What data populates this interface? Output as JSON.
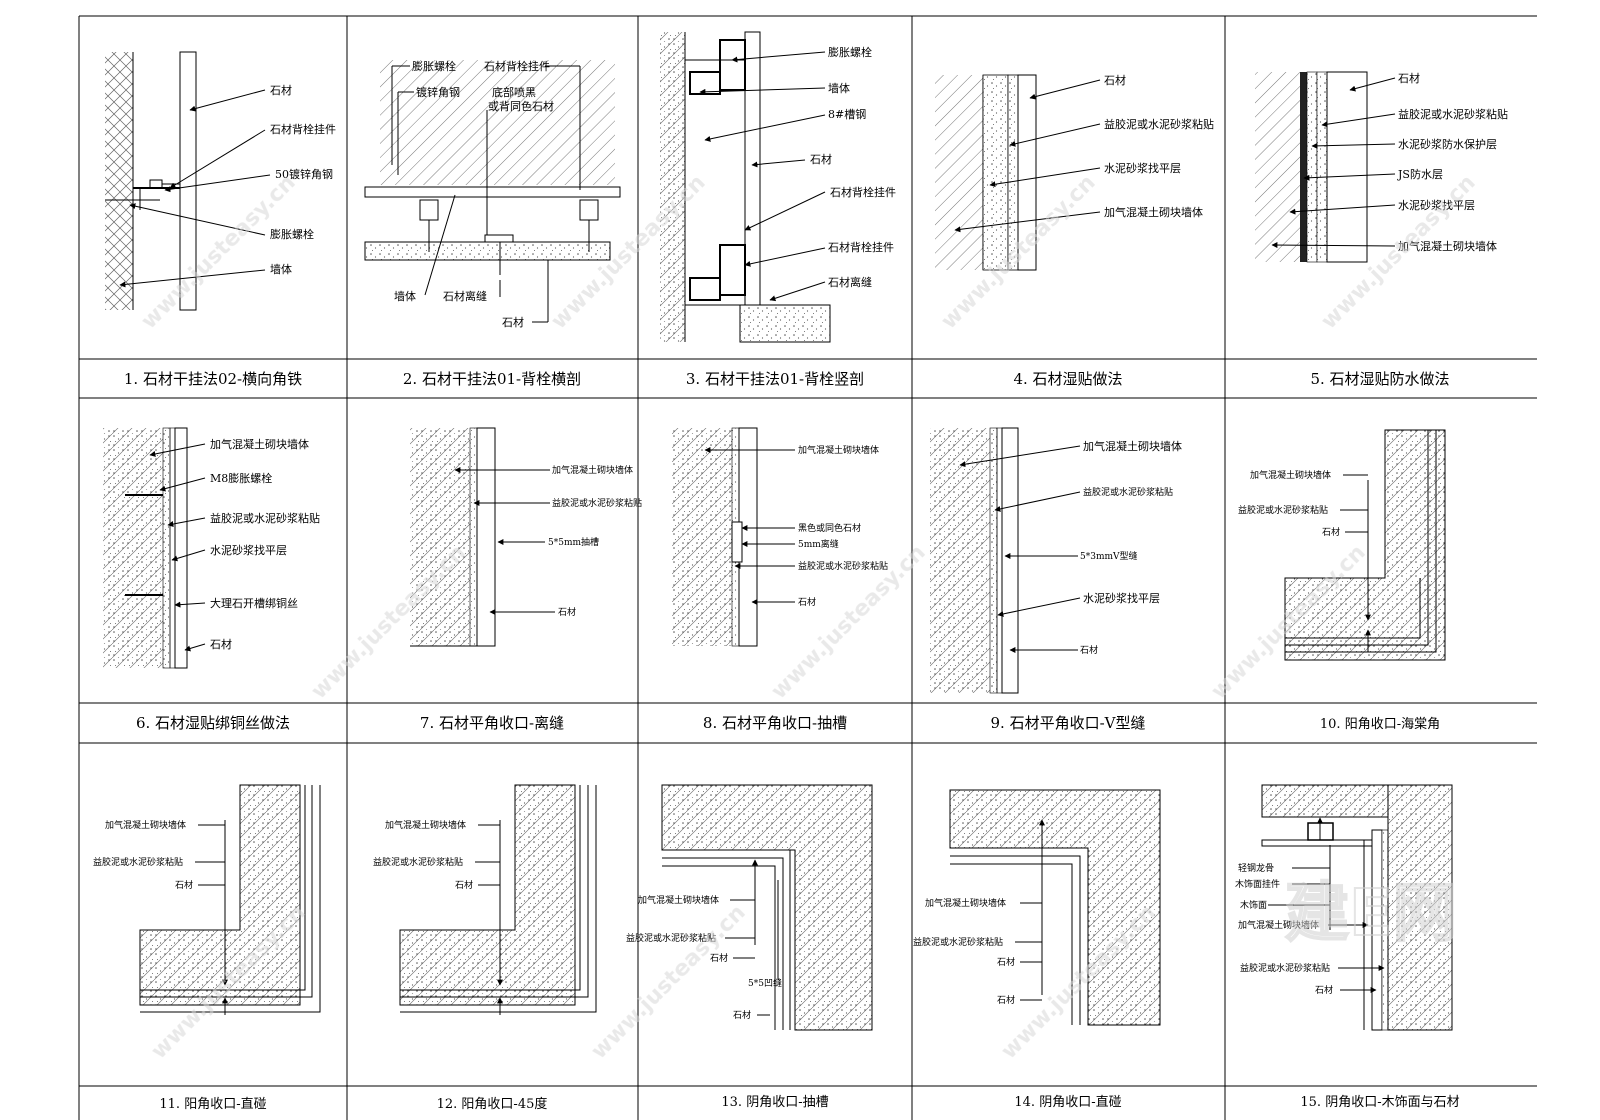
{
  "watermark": {
    "text": "www.justeasy.cn",
    "brand": "建E网"
  },
  "panels": [
    {
      "caption": "1. 石材干挂法02-横向角铁",
      "labels": [
        "石材",
        "石材背栓挂件",
        "50镀锌角钢",
        "膨胀螺栓",
        "墙体"
      ]
    },
    {
      "caption": "2. 石材干挂法01-背栓横剖",
      "labels": [
        "膨胀螺栓",
        "镀锌角钢",
        "石材背栓挂件",
        "底部喷黑",
        "或背同色石材",
        "墙体",
        "石材离缝",
        "石材"
      ]
    },
    {
      "caption": "3. 石材干挂法01-背栓竖剖",
      "labels": [
        "膨胀螺栓",
        "墙体",
        "8#槽钢",
        "石材",
        "石材背栓挂件",
        "石材背栓挂件",
        "石材离缝"
      ]
    },
    {
      "caption": "4. 石材湿贴做法",
      "labels": [
        "石材",
        "益胶泥或水泥砂浆粘贴",
        "水泥砂浆找平层",
        "加气混凝土砌块墙体"
      ]
    },
    {
      "caption": "5. 石材湿贴防水做法",
      "labels": [
        "石材",
        "益胶泥或水泥砂浆粘贴",
        "水泥砂浆防水保护层",
        "JS防水层",
        "水泥砂浆找平层",
        "加气混凝土砌块墙体"
      ]
    },
    {
      "caption": "6. 石材湿贴绑铜丝做法",
      "labels": [
        "加气混凝土砌块墙体",
        "M8膨胀螺栓",
        "益胶泥或水泥砂浆粘贴",
        "水泥砂浆找平层",
        "大理石开槽绑铜丝",
        "石材"
      ]
    },
    {
      "caption": "7. 石材平角收口-离缝",
      "labels": [
        "加气混凝土砌块墙体",
        "益胶泥或水泥砂浆粘贴",
        "5*5mm抽槽",
        "石材"
      ]
    },
    {
      "caption": "8. 石材平角收口-抽槽",
      "labels": [
        "加气混凝土砌块墙体",
        "黑色或同色石材",
        "5mm离缝",
        "益胶泥或水泥砂浆粘贴",
        "石材"
      ]
    },
    {
      "caption": "9. 石材平角收口-V型缝",
      "labels": [
        "加气混凝土砌块墙体",
        "益胶泥或水泥砂浆粘贴",
        "5*3mmV型缝",
        "水泥砂浆找平层",
        "石材"
      ]
    },
    {
      "caption": "10. 阳角收口-海棠角",
      "labels": [
        "加气混凝土砌块墙体",
        "益胶泥或水泥砂浆粘贴",
        "石材"
      ]
    },
    {
      "caption": "11. 阳角收口-直碰",
      "labels": [
        "加气混凝土砌块墙体",
        "益胶泥或水泥砂浆粘贴",
        "石材"
      ]
    },
    {
      "caption": "12. 阳角收口-45度",
      "labels": [
        "加气混凝土砌块墙体",
        "益胶泥或水泥砂浆粘贴",
        "石材"
      ]
    },
    {
      "caption": "13. 阴角收口-抽槽",
      "labels": [
        "加气混凝土砌块墙体",
        "益胶泥或水泥砂浆粘贴",
        "石材",
        "5*5凹缝",
        "石材"
      ]
    },
    {
      "caption": "14. 阴角收口-直碰",
      "labels": [
        "加气混凝土砌块墙体",
        "益胶泥或水泥砂浆粘贴",
        "石材",
        "石材"
      ]
    },
    {
      "caption": "15. 阴角收口-木饰面与石材",
      "labels": [
        "轻钢龙骨",
        "木饰面挂件",
        "木饰面",
        "加气混凝土砌块墙体",
        "益胶泥或水泥砂浆粘贴",
        "石材"
      ]
    }
  ]
}
